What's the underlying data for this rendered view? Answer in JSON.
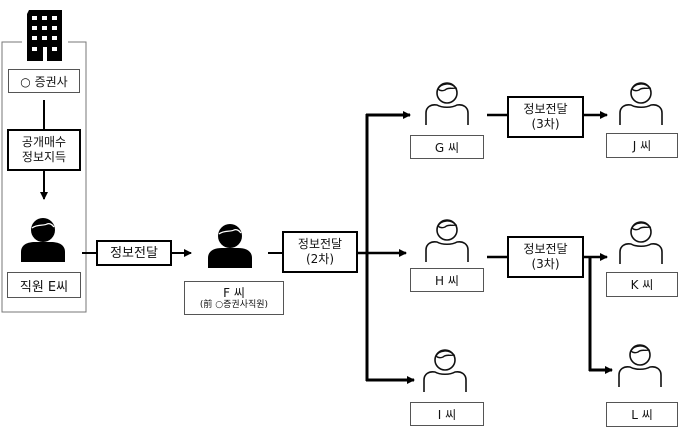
{
  "title": "증권사 미공개정보 전달 경로",
  "company": {
    "icon": "office-building-icon",
    "label": "○ 증권사"
  },
  "acquire_box": {
    "line1": "공개매수",
    "line2": "정보지득"
  },
  "employee_e": {
    "icon": "person-filled-icon",
    "label": "직원 E씨"
  },
  "transfer_1": {
    "label": "정보전달"
  },
  "person_f": {
    "icon": "person-filled-icon",
    "label": "F 씨",
    "note": "(前 ○증권사직원)"
  },
  "transfer_2": {
    "line1": "정보전달",
    "line2": "(2차)"
  },
  "secondary": [
    {
      "id": "g",
      "icon": "person-outline-icon",
      "label": "G 씨"
    },
    {
      "id": "h",
      "icon": "person-outline-icon",
      "label": "H 씨"
    },
    {
      "id": "i",
      "icon": "person-outline-icon",
      "label": "I 씨"
    }
  ],
  "transfer_3": [
    {
      "line1": "정보전달",
      "line2": "(3차)"
    },
    {
      "line1": "정보전달",
      "line2": "(3차)"
    }
  ],
  "tertiary": [
    {
      "id": "j",
      "icon": "person-outline-icon",
      "label": "J 씨"
    },
    {
      "id": "k",
      "icon": "person-outline-icon",
      "label": "K 씨"
    },
    {
      "id": "l",
      "icon": "person-outline-icon",
      "label": "L 씨"
    }
  ]
}
